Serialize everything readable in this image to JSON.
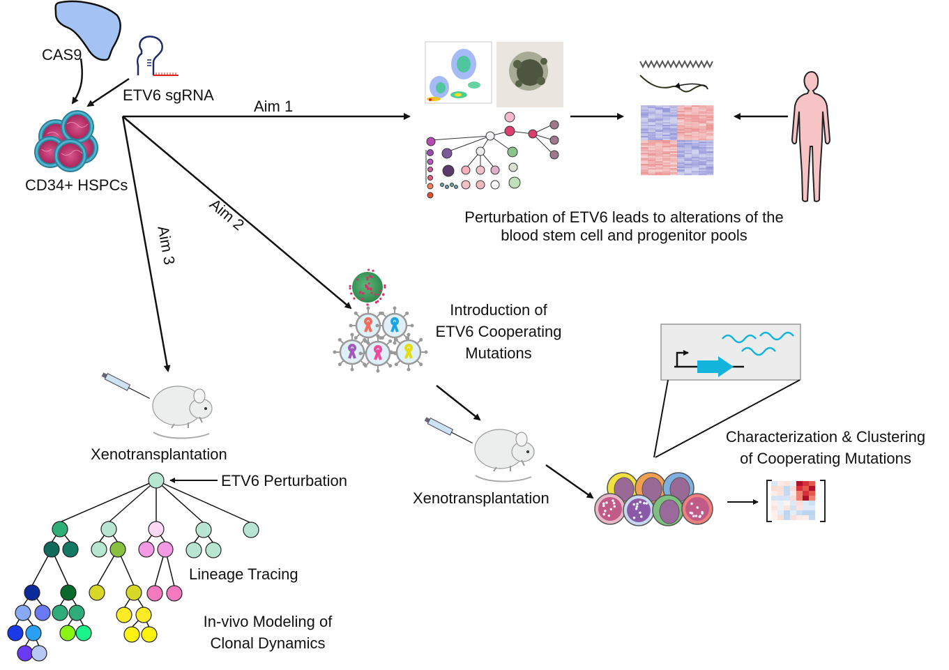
{
  "inputs": {
    "cas9_label": "CAS9",
    "sgrna_label": "ETV6 sgRNA",
    "cells_label": "CD34+ HSPCs",
    "colors": {
      "cas9": "#a4c2f4",
      "cell_fill": "#c2336e",
      "cell_ring": "#4fb3cf",
      "sgrna_loop": "#1f2a6b",
      "sgrna_tail": "#e0201c"
    }
  },
  "aims": {
    "aim1": "Aim 1",
    "aim2": "Aim 2",
    "aim3": "Aim 3"
  },
  "aim1_panel": {
    "caption_line1": "Perturbation of ETV6 leads to alterations of the",
    "caption_line2": "blood stem cell and progenitor pools",
    "colors": {
      "heatmap_red": "#e98a8a",
      "heatmap_blue": "#8c8fd6",
      "human": "#f6c4c4"
    }
  },
  "aim2_panel": {
    "intro_line1": "Introduction of",
    "intro_line2": "ETV6 Cooperating",
    "intro_line3": "Mutations",
    "xeno_label": "Xenotransplantation",
    "char_line1": "Characterization & Clustering",
    "char_line2": "of Cooperating Mutations",
    "colors": {
      "virus": "#4aa66a",
      "virus_dots": "#d6336c",
      "gene_arrow": "#12b4dc",
      "ribbons": [
        "#f36b5b",
        "#1aa6e0",
        "#a05ab8",
        "#ee4a9a",
        "#e6dc10"
      ]
    }
  },
  "aim3_panel": {
    "xeno_label": "Xenotransplantation",
    "perturbation_label": "ETV6 Perturbation",
    "lineage_label": "Lineage Tracing",
    "modeling_line1": "In-vivo Modeling of",
    "modeling_line2": "Clonal Dynamics"
  }
}
